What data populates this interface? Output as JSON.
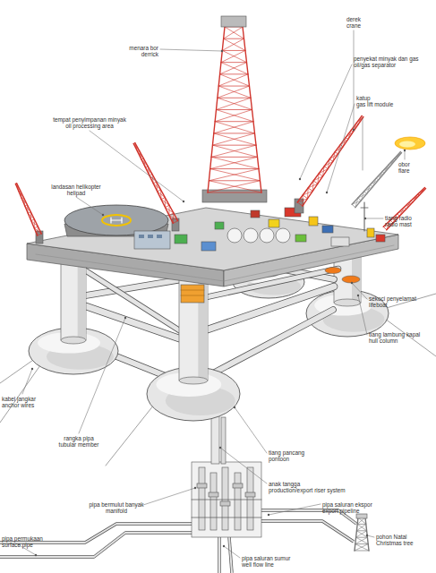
{
  "diagram": {
    "labels": [
      "menara bor",
      "derrick",
      "derek",
      "crane",
      "penyekat minyak dan gas",
      "oil/gas separator",
      "katup",
      "gas lift module",
      "tempat penyimpanan minyak",
      "oil processing area",
      "obor",
      "flare",
      "landasan helikopter",
      "helipad",
      "tiang radio",
      "radio mast",
      "sekoci penyelamat",
      "lifeboat",
      "tiang lambung kapal",
      "hull column",
      "kabel jangkar",
      "anchor wires",
      "rangka pipa",
      "tubular member",
      "tiang pancang",
      "pontoon",
      "anak tangga",
      "production/export riser system",
      "pipa bermulut banyak",
      "manifold",
      "pipa saluran ekspor",
      "export pipeline",
      "pohon Natal",
      "Christmas tree",
      "pipa permukaan",
      "surface pipe",
      "pipa saluran sumur",
      "well flow line"
    ]
  }
}
